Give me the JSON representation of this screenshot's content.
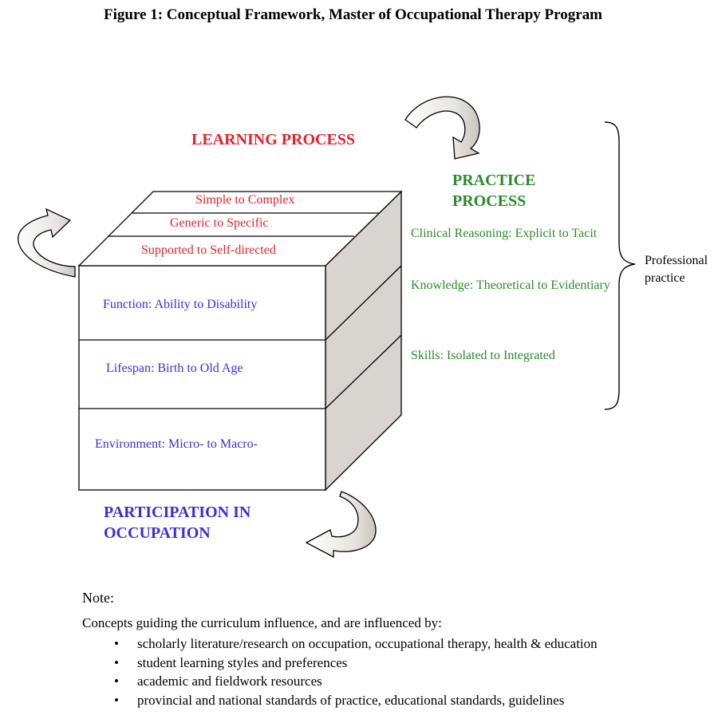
{
  "figure_title": "Figure 1: Conceptual Framework, Master of Occupational Therapy Program",
  "headings": {
    "learning_process": "LEARNING PROCESS",
    "practice_process_line1": "PRACTICE",
    "practice_process_line2": "PROCESS",
    "participation_line1": "PARTICIPATION IN",
    "participation_line2": "OCCUPATION"
  },
  "learning_layers": [
    "Simple to Complex",
    "Generic to Specific",
    "Supported to Self-directed"
  ],
  "participation_layers": [
    "Function: Ability to Disability",
    "Lifespan: Birth to Old Age",
    "Environment: Micro- to Macro-"
  ],
  "practice_items": [
    "Clinical Reasoning: Explicit to Tacit",
    "Knowledge: Theoretical to Evidentiary",
    "Skills: Isolated to Integrated"
  ],
  "brace_label": "Professional practice",
  "note": {
    "label": "Note:",
    "intro": "Concepts guiding the curriculum influence, and are influenced by:",
    "bullet_symbol": "•",
    "items": [
      "scholarly literature/research on occupation, occupational therapy, health & education",
      "student learning styles and preferences",
      "academic and fieldwork resources",
      "provincial and national standards of practice, educational standards, guidelines"
    ]
  },
  "colors": {
    "learning": "#e8202a",
    "practice": "#2b8a2b",
    "participation": "#3a2ee0",
    "box_side": "#d8d5d0",
    "arrow_fill": "#ffffff",
    "arrow_shade": "#cfccc6"
  }
}
